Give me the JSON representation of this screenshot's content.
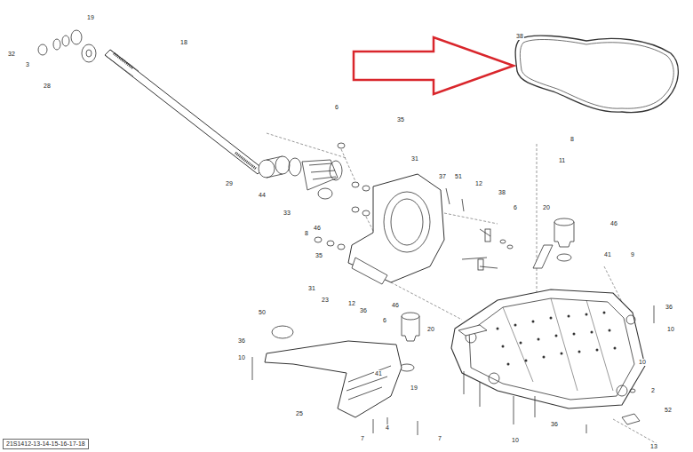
{
  "diagram": {
    "nodes": [
      {
        "text": [
          "21S1412-13-14-15-16-17-18"
        ]
      }
    ],
    "labels": [
      "19",
      "32",
      "3",
      "28",
      "18",
      "38",
      "6",
      "35",
      "31",
      "29",
      "44",
      "33",
      "46",
      "37",
      "51",
      "12",
      "38",
      "6",
      "8",
      "11",
      "20",
      "46",
      "41",
      "9",
      "8",
      "35",
      "31",
      "23",
      "12",
      "36",
      "6",
      "50",
      "46",
      "20",
      "36",
      "10",
      "41",
      "19",
      "36",
      "10",
      "10",
      "2",
      "52",
      "25",
      "7",
      "4",
      "7",
      "10",
      "36",
      "13"
    ]
  }
}
